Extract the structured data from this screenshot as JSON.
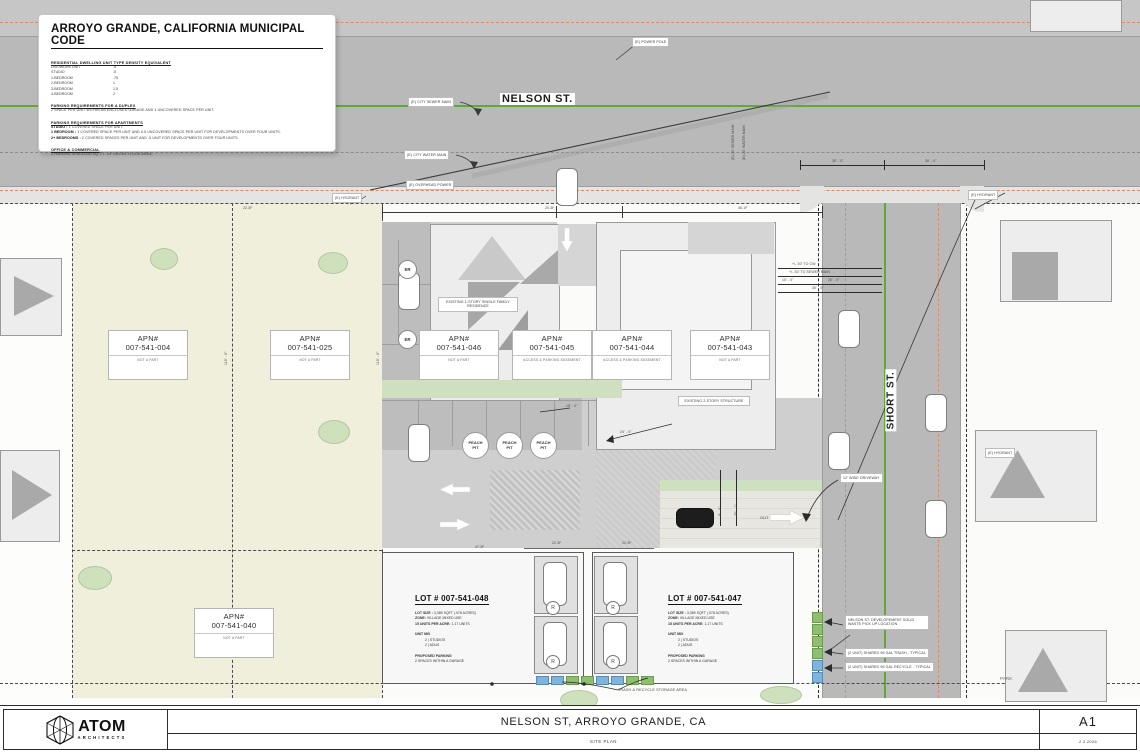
{
  "sheet": {
    "project_title": "NELSON ST, ARROYO GRANDE, CA",
    "drawing_title": "SITE PLAN",
    "sheet_number": "A1",
    "date": "2.3.2026",
    "firm_name": "ATOM",
    "firm_subtitle": "ARCHITECTS"
  },
  "code_panel": {
    "title": "ARROYO GRANDE, CALIFORNIA MUNICIPAL CODE",
    "density_heading": "RESIDENTIAL DWELLING UNIT TYPE DENSITY EQUIVALENT",
    "density_rows": [
      {
        "type": "LIVE/WORK UNIT",
        "value": ".5"
      },
      {
        "type": "STUDIO",
        "value": ".5"
      },
      {
        "type": "1-BEDROOM",
        "value": ".75"
      },
      {
        "type": "2-BEDROOM",
        "value": "1"
      },
      {
        "type": "3-BEDROOM",
        "value": "1.5"
      },
      {
        "type": "4-BEDROOM",
        "value": "2"
      }
    ],
    "duplex_heading": "PARKING REQUIREMENTS FOR A DUPLEX",
    "duplex_text": "2 SPACE PER UNIT WITHIN AN ENCLOSED GARAGE AND 1 UNCOVERED SPACE PER UNIT.",
    "apartment_heading": "PARKING REQUIREMENTS FOR APARTMENTS",
    "apartment_rows": [
      {
        "label": "STUDIO :",
        "text": "1 COVERED SPACE PER UNIT."
      },
      {
        "label": "1 BEDROOM :",
        "text": "1 COVERED SPACE PER UNIT AND 0.5 UNCOVERED SPACE PER UNIT FOR DEVELOPMENTS OVER FOUR UNITS."
      },
      {
        "label": "2+ BEDROOMS :",
        "text": "2 COVERED SPACES PER UNIT AND .5 UNIT FOR DEVELOPMENTS OVER FOUR UNITS."
      }
    ],
    "office_heading": "OFFICE & COMMERCIAL",
    "office_text": "1 PARKING SPACE/250 SQ. FT. OF GROSS FLOOR AREA."
  },
  "streets": [
    {
      "name": "NELSON ST."
    },
    {
      "name": "SHORT ST."
    }
  ],
  "parcels": [
    {
      "apn_label": "APN#",
      "apn": "007-541-004",
      "note": "NOT A PART"
    },
    {
      "apn_label": "APN#",
      "apn": "007-541-025",
      "note": "NOT A PART"
    },
    {
      "apn_label": "APN#",
      "apn": "007-541-046",
      "note": "NOT A PART"
    },
    {
      "apn_label": "APN#",
      "apn": "007-541-045",
      "note": "ACCESS & PARKING EASEMENT"
    },
    {
      "apn_label": "APN#",
      "apn": "007-541-044",
      "note": "ACCESS & PARKING EASEMENT"
    },
    {
      "apn_label": "APN#",
      "apn": "007-541-043",
      "note": "NOT A PART"
    },
    {
      "apn_label": "APN#",
      "apn": "007-541-040",
      "note": "NOT A PART"
    }
  ],
  "lots": [
    {
      "title": "LOT # 007-541-048",
      "rows": [
        {
          "label": "LOT SIZE :",
          "value": "3,389 SQFT (.078 ACRES)"
        },
        {
          "label": "ZONE:",
          "value": "VILLAGE MIXED USE"
        },
        {
          "label": "15 UNITS PER ACRE:",
          "value": "1.17 UNITS"
        }
      ],
      "unit_mix_heading": "UNIT MIX",
      "unit_mix": [
        "2 | STUDIOS",
        "2 | ADUS"
      ],
      "parking_heading": "PROPOSED PARKING",
      "parking_text": "2 SPACES WITHIN A GARAGE"
    },
    {
      "title": "LOT # 007-541-047",
      "rows": [
        {
          "label": "LOT SIZE :",
          "value": "3,389 SQFT (.078 ACRES)"
        },
        {
          "label": "ZONE:",
          "value": "VILLAGE MIXED USE"
        },
        {
          "label": "15 UNITS PER ACRE:",
          "value": "1.17 UNITS"
        }
      ],
      "unit_mix_heading": "UNIT MIX",
      "unit_mix": [
        "2 | STUDIOS",
        "2 | ADUS"
      ],
      "parking_heading": "PROPOSED PARKING",
      "parking_text": "2 SPACES WITHIN A GARAGE"
    }
  ],
  "annotations": {
    "power_pole": "(E) POWER POLE",
    "city_sewer_main": "(E) CITY SEWER MAIN",
    "city_water_main": "(E) CITY WATER MAIN",
    "overhead_power": "(E) OVERHEAD POWER",
    "hydrant_left": "(E) HYDRANT",
    "hydrant_right": "(E) HYDRANT",
    "hydrant_right2": "(E) HYDRANT",
    "existing_1story": "EXISTING 1-STORY SINGLE FAMILY RESIDENCE",
    "existing_2story": "EXISTING 2-STORY STRUCTURE",
    "driveway": "12' WIDE DRIVEWAY",
    "solid_waste": "NELSON ST. DEVELOPEMENT SOLID WASTE PICK UP LOCATION",
    "trash_typical": "(2 UNIT) SHARED 96 GAL TRASH - TYPICAL",
    "recycle_typical": "(2 UNIT) SHARED 96 GAL RECYCLE - TYPICAL",
    "trash_storage": "TRASH & RECYCLE STORAGE AREA",
    "park": "PARK",
    "out_arrow": "OUT",
    "peach_pit": "PEACH PIT",
    "er_marker": "ER"
  },
  "dimensions": {
    "top": [
      "22.3F",
      "20.3F",
      "45.1F"
    ],
    "bottom": [
      "47.3F",
      "22.3F",
      "22.3F"
    ],
    "right_upper": [
      "30' - 0\"",
      "30' - 0\""
    ],
    "right_offsets": [
      "+/- 30' TO CW",
      "+/- 30' TO SEWER MAIN",
      "10' - 0\"",
      "20' - 0\"",
      "30' - 0\""
    ],
    "interior": [
      "15' - 0\"",
      "24' - 0\"",
      "8' - 0\"",
      "25' - 1\""
    ],
    "vertical_left": [
      "115' - 0\"",
      "115' - 0\"",
      "115' - 0\""
    ]
  }
}
